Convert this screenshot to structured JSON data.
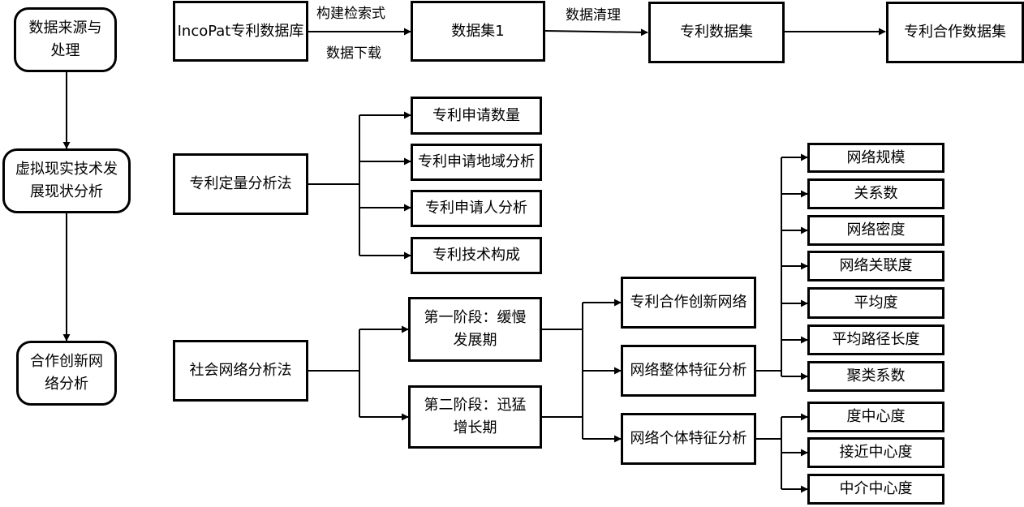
{
  "left_column": {
    "step1": "数据来源与处理",
    "step2": "虚拟现实技术发展现状分析",
    "step3": "合作创新网络分析"
  },
  "data_pipeline": {
    "source": "IncoPat专利数据库",
    "dataset1": "数据集1",
    "patent_dataset": "专利数据集",
    "cooperation_dataset": "专利合作数据集",
    "label_build_query": "构建检索式",
    "label_download": "数据下载",
    "label_cleaning": "数据清理"
  },
  "quantitative": {
    "method": "专利定量分析法",
    "items": [
      "专利申请数量",
      "专利申请地域分析",
      "专利申请人分析",
      "专利技术构成"
    ]
  },
  "social_network": {
    "method": "社会网络分析法",
    "stage1": "第一阶段：缓慢发展期",
    "stage2": "第二阶段：迅猛增长期",
    "network": "专利合作创新网络",
    "overall": "网络整体特征分析",
    "individual": "网络个体特征分析",
    "overall_metrics": [
      "网络规模",
      "关系数",
      "网络密度",
      "网络关联度",
      "平均度",
      "平均路径长度",
      "聚类系数"
    ],
    "individual_metrics": [
      "度中心度",
      "接近中心度",
      "中介中心度"
    ]
  }
}
